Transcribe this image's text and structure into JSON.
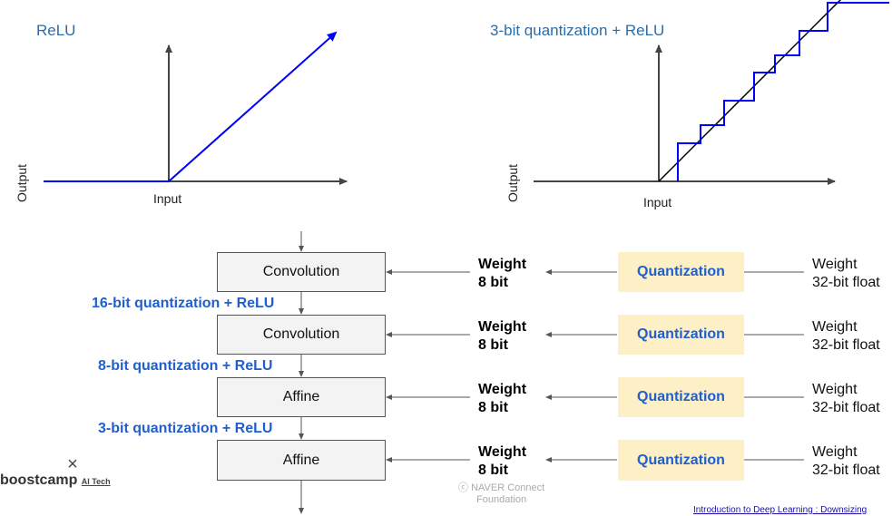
{
  "plots": {
    "relu": {
      "title": "ReLU",
      "xlabel": "Input",
      "ylabel": "Output"
    },
    "quant": {
      "title": "3-bit quantization + ReLU",
      "xlabel": "Input",
      "ylabel": "Output"
    }
  },
  "pipeline": {
    "layers": [
      {
        "label": "Convolution"
      },
      {
        "label": "Convolution"
      },
      {
        "label": "Affine"
      },
      {
        "label": "Affine"
      }
    ],
    "activations": [
      "16-bit quantization + ReLU",
      "8-bit quantization + ReLU",
      "3-bit quantization + ReLU"
    ],
    "weights": [
      {
        "quantized": [
          "Weight",
          "8 bit"
        ],
        "quantizer": "Quantization",
        "source": [
          "Weight",
          "32-bit float"
        ]
      },
      {
        "quantized": [
          "Weight",
          "8 bit"
        ],
        "quantizer": "Quantization",
        "source": [
          "Weight",
          "32-bit float"
        ]
      },
      {
        "quantized": [
          "Weight",
          "8 bit"
        ],
        "quantizer": "Quantization",
        "source": [
          "Weight",
          "32-bit float"
        ]
      },
      {
        "quantized": [
          "Weight",
          "8 bit"
        ],
        "quantizer": "Quantization",
        "source": [
          "Weight",
          "32-bit float"
        ]
      }
    ]
  },
  "footer": {
    "logo_mark": "×",
    "logo_text": "boostcamp",
    "logo_sub": "AI Tech",
    "copyright_symbol": "ⓒ",
    "copyright_line1": "NAVER Connect",
    "copyright_line2": "Foundation",
    "course_link": "Introduction to Deep Learning : Downsizing"
  },
  "colors": {
    "relu_line": "#0000ff",
    "axis": "#444444",
    "title_blue": "#2d6ca8",
    "quant_label_blue": "#1f5fcf",
    "quant_box_bg": "#fdefc6",
    "layer_box_bg": "#f3f3f3"
  }
}
